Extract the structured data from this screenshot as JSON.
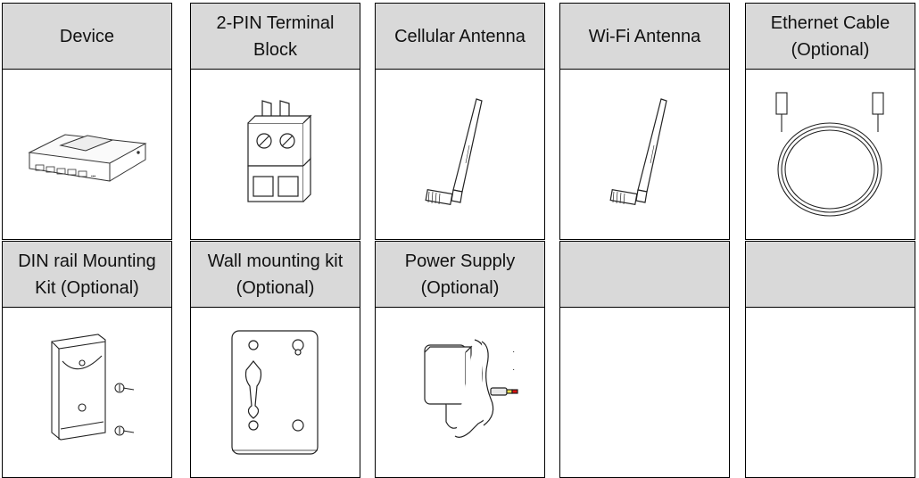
{
  "items": [
    {
      "label": "Device",
      "icon": "router-device-icon"
    },
    {
      "label": "2-PIN Terminal\nBlock",
      "icon": "terminal-block-icon"
    },
    {
      "label": "Cellular Antenna",
      "icon": "cellular-antenna-icon"
    },
    {
      "label": "Wi-Fi Antenna",
      "icon": "wifi-antenna-icon"
    },
    {
      "label": "Ethernet Cable\n(Optional)",
      "icon": "ethernet-cable-icon"
    },
    {
      "label": "DIN rail Mounting\nKit (Optional)",
      "icon": "din-rail-kit-icon"
    },
    {
      "label": "Wall mounting kit\n(Optional)",
      "icon": "wall-mount-plate-icon"
    },
    {
      "label": "Power Supply\n(Optional)",
      "icon": "power-adapter-icon"
    },
    {
      "label": "",
      "icon": ""
    },
    {
      "label": "",
      "icon": ""
    }
  ]
}
